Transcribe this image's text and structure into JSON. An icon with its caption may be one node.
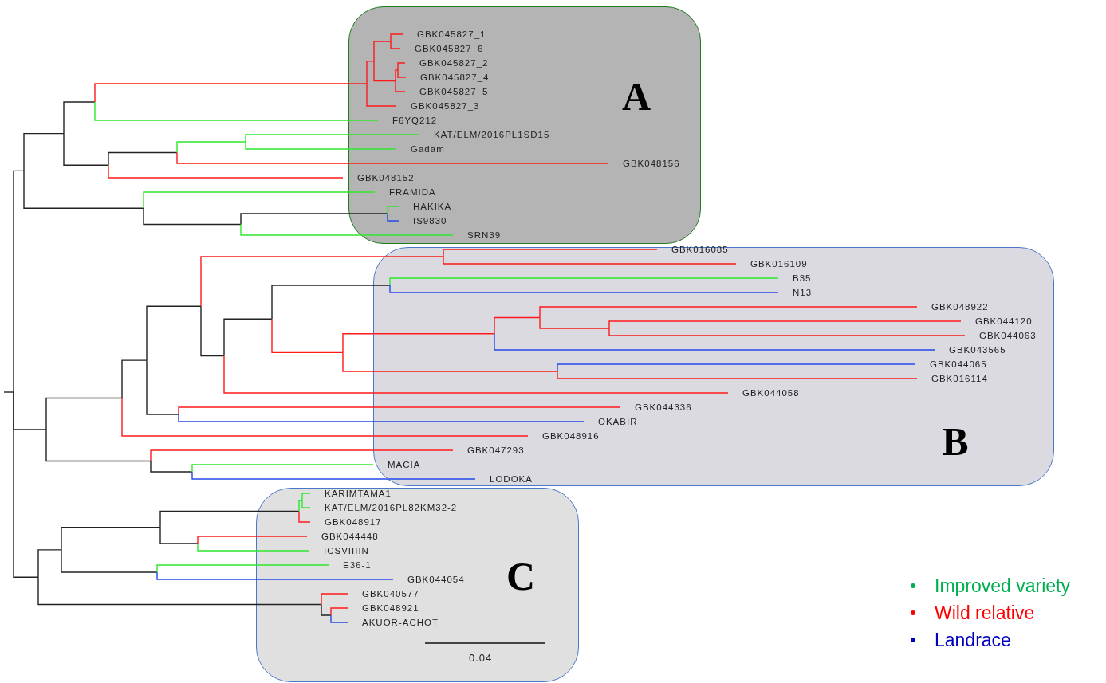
{
  "diagram": {
    "nodes": [
      {
        "text": [
          "A"
        ]
      },
      {
        "text": [
          "B"
        ]
      },
      {
        "text": [
          "C"
        ]
      }
    ],
    "edges": [],
    "labels": [
      "GBK045827_1",
      "GBK045827_6",
      "GBK045827_2",
      "GBK045827_4",
      "GBK045827_5",
      "GBK045827_3",
      "F6YQ212",
      "KAT/ELM/2016PL1SD15",
      "Gadam",
      "GBK048156",
      "GBK048152",
      "FRAMIDA",
      "HAKIKA",
      "IS9830",
      "SRN39",
      "GBK016085",
      "GBK016109",
      "B35",
      "N13",
      "GBK048922",
      "GBK044120",
      "GBK044063",
      "GBK043565",
      "GBK044065",
      "GBK016114",
      "GBK044058",
      "GBK044336",
      "OKABIR",
      "GBK048916",
      "GBK047293",
      "MACIA",
      "LODOKA",
      "KARIMTAMA1",
      "KAT/ELM/2016PL82KM32-2",
      "GBK048917",
      "GBK044448",
      "ICSVIIIIN",
      "E36-1",
      "GBK044054",
      "GBK040577",
      "GBK048921",
      "AKUOR-ACHOT",
      "0.04"
    ],
    "legend": [
      {
        "text": "Improved variety",
        "color": "#00b050"
      },
      {
        "text": "Wild relative",
        "color": "#ff0000"
      },
      {
        "text": "Landrace",
        "color": "#0000c0"
      }
    ]
  }
}
